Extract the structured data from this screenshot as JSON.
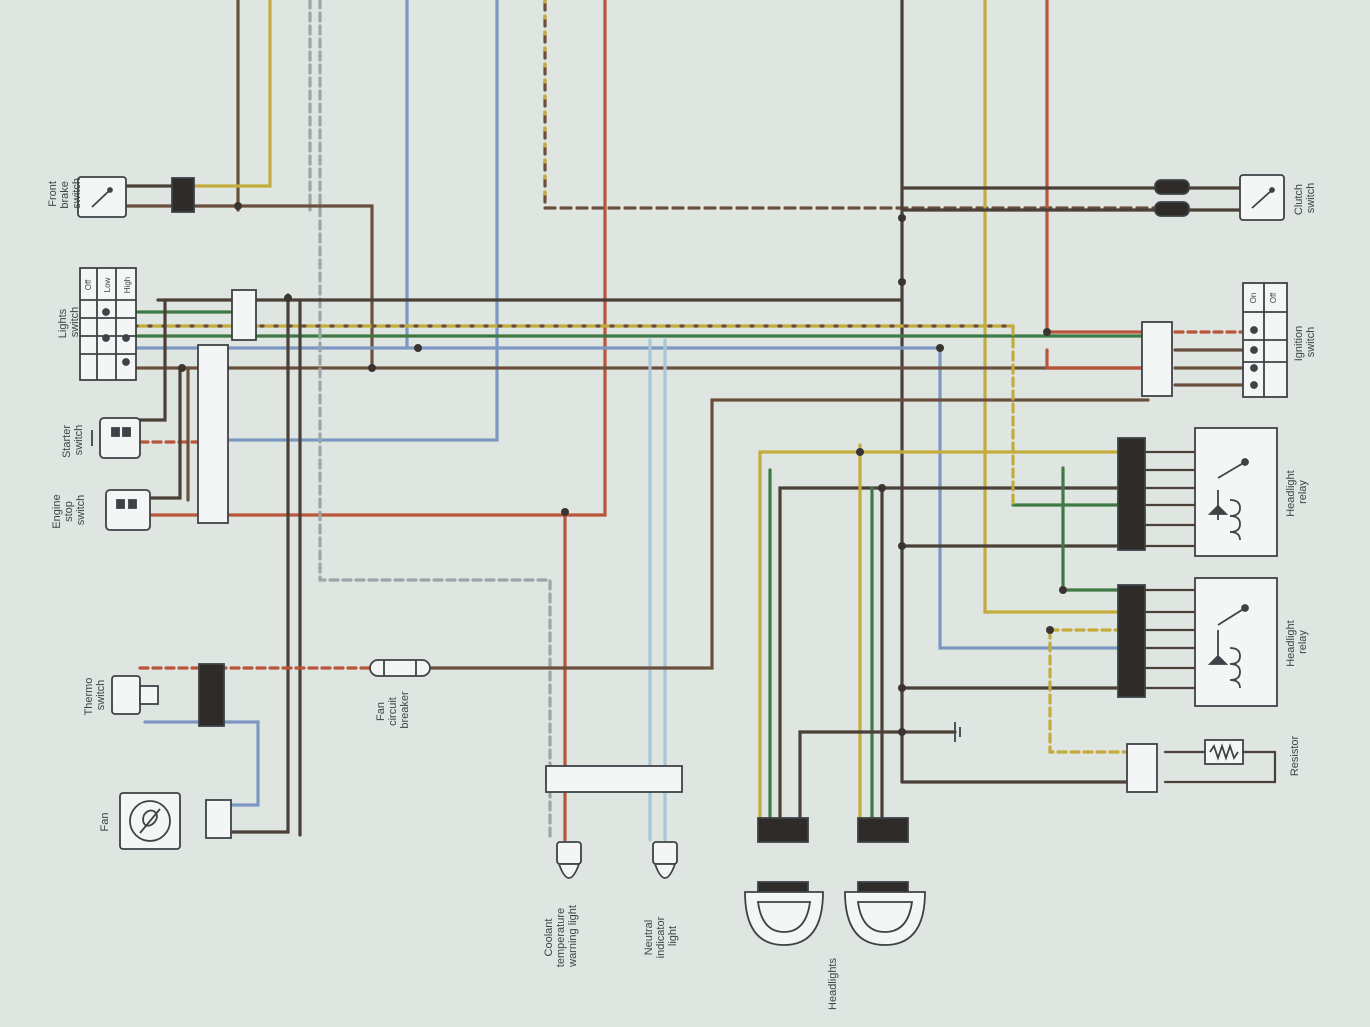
{
  "labels": {
    "front_brake_switch": [
      "Front",
      "brake",
      "switch"
    ],
    "lights_switch": [
      "Lights",
      "switch"
    ],
    "starter_switch": [
      "Starter",
      "switch"
    ],
    "engine_stop_switch": [
      "Engine",
      "stop",
      "switch"
    ],
    "thermo_switch": [
      "Thermo",
      "switch"
    ],
    "fan": [
      "Fan"
    ],
    "fan_circuit_breaker": [
      "Fan",
      "circuit",
      "breaker"
    ],
    "coolant_temperature_warning_light": [
      "Coolant",
      "temperature",
      "warning light"
    ],
    "neutral_indicator_light": [
      "Neutral",
      "indicator",
      "light"
    ],
    "headlights": [
      "Headlights"
    ],
    "clutch_switch": [
      "Clutch",
      "switch"
    ],
    "ignition_switch": [
      "Ignition",
      "switch"
    ],
    "headlight_relay_1": [
      "Headlight",
      "relay"
    ],
    "headlight_relay_2": [
      "Headlight",
      "relay"
    ],
    "resistor": [
      "Resistor"
    ]
  },
  "switch_positions": {
    "lights": [
      "Off",
      "Low",
      "High"
    ],
    "ignition": [
      "On",
      "Off"
    ]
  },
  "wire_colors": {
    "black": "#4a4038",
    "yellow": "#c4ac3c",
    "blue": "#7c98c2",
    "light_blue": "#a8c6d6",
    "red": "#b9553a",
    "green": "#3f7a45",
    "gray": "#9ea5a8",
    "brown": "#6b4f3c"
  }
}
